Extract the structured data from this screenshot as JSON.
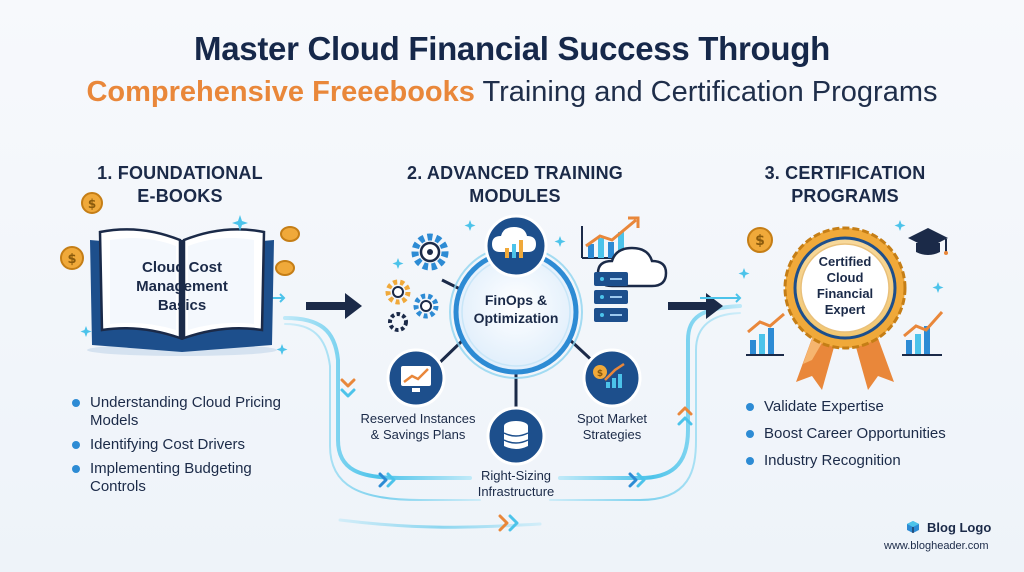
{
  "title": {
    "line1": "Master Cloud Financial Success Through",
    "line2_highlight": "Comprehensive Freeebooks",
    "line2_rest": " Training and Certification Programs"
  },
  "columns": [
    {
      "heading": "1. FOUNDATIONAL\nE-BOOKS",
      "center_label": "Cloud Cost\nManagement\nBasics",
      "bullets": [
        "Understanding Cloud Pricing\nModels",
        "Identifying Cost Drivers",
        "Implementing Budgeting\nControls"
      ]
    },
    {
      "heading": "2. ADVANCED TRAINING\nMODULES",
      "center_label": "FinOps &\nOptimization",
      "sub_labels": {
        "reserved": "Reserved Instances\n& Savings Plans",
        "rightsizing": "Right-Sizing\nInfrastructure",
        "spot": "Spot Market\nStrategies"
      }
    },
    {
      "heading": "3. CERTIFICATION\nPROGRAMS",
      "center_label": "Certified\nCloud\nFinancial\nExpert",
      "bullets": [
        "Validate Expertise",
        "Boost Career Opportunities",
        "Industry Recognition"
      ]
    }
  ],
  "logo": {
    "name": "Blog Logo",
    "url": "www.blogheader.com"
  },
  "colors": {
    "navy": "#16284a",
    "orange": "#e9873a",
    "blue": "#2d8bd4",
    "cyan": "#4cc3ea"
  }
}
